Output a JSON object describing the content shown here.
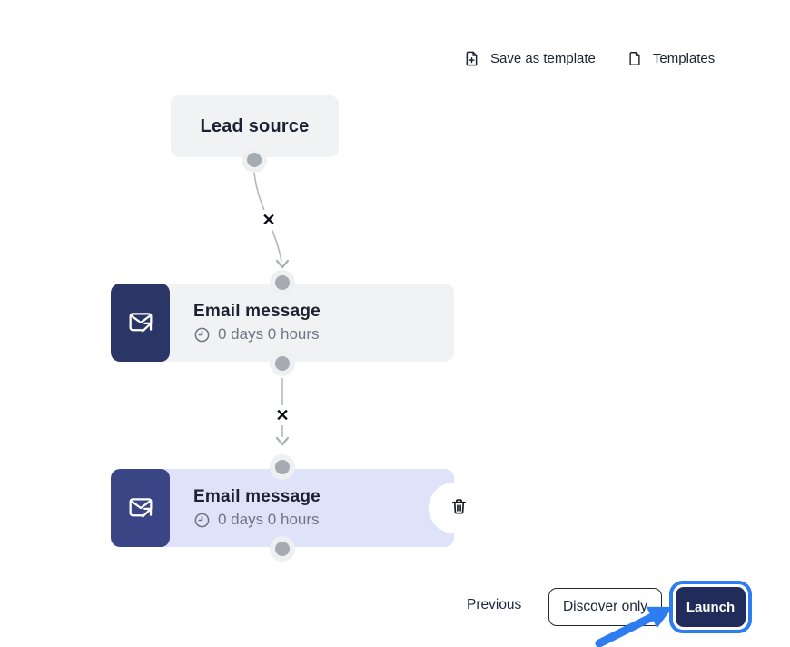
{
  "header": {
    "buttons": [
      {
        "label": "Save as template",
        "icon": "file-plus-icon"
      },
      {
        "label": "Templates",
        "icon": "file-icon"
      }
    ]
  },
  "flow": {
    "nodes": [
      {
        "type": "lead-source",
        "title": "Lead source"
      },
      {
        "type": "email",
        "title": "Email message",
        "delay": "0 days 0 hours",
        "selected": false
      },
      {
        "type": "email",
        "title": "Email message",
        "delay": "0 days 0 hours",
        "selected": true
      }
    ],
    "edge_marker": "✕"
  },
  "footer": {
    "previous_label": "Previous",
    "discover_label": "Discover only",
    "launch_label": "Launch"
  },
  "colors": {
    "accent_blue": "#2D7CF0",
    "launch_navy": "#222C5A",
    "node_icon_navy": "#2B3566",
    "node_icon_navy_selected": "#3A4585",
    "node_bg": "#F1F2F4",
    "node_bg_selected": "#DEE3F9",
    "connector_gray": "#B4B8BF",
    "dot_gray": "#A6AAB1",
    "muted_text": "#6F7685",
    "text_dark": "#1B2130"
  }
}
